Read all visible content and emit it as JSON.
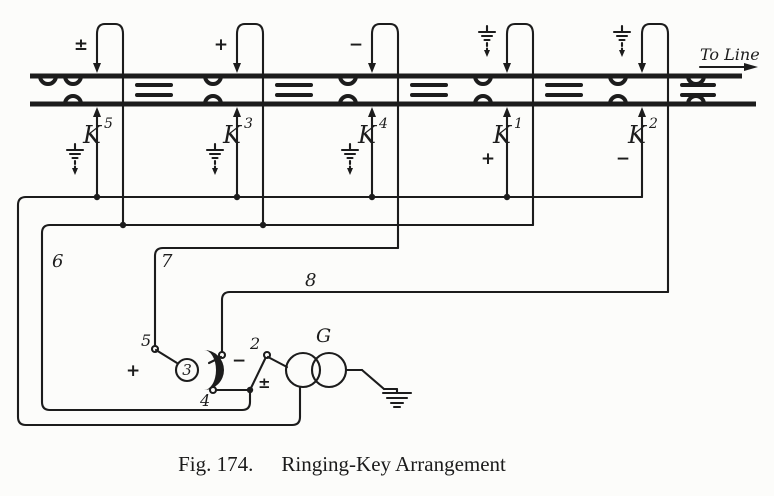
{
  "figure": {
    "caption_prefix": "Fig. 174.",
    "caption_title": "Ringing-Key Arrangement",
    "to_line_label": "To Line",
    "keys": [
      {
        "base": "K",
        "sup": "5",
        "top_symbol": "±",
        "bottom_symbol": "ground"
      },
      {
        "base": "K",
        "sup": "3",
        "top_symbol": "+",
        "bottom_symbol": "ground"
      },
      {
        "base": "K",
        "sup": "4",
        "top_symbol": "−",
        "bottom_symbol": "ground"
      },
      {
        "base": "K",
        "sup": "1",
        "top_symbol": "ground",
        "bottom_symbol": "+"
      },
      {
        "base": "K",
        "sup": "2",
        "top_symbol": "ground",
        "bottom_symbol": "−"
      }
    ],
    "wire_labels": {
      "wire6": "6",
      "wire7": "7",
      "wire8": "8"
    },
    "ringing_set": {
      "plus": "+",
      "minus": "−",
      "plus_minus": "±",
      "contact_5": "5",
      "contact_3": "3",
      "contact_4": "4",
      "contact_2": "2",
      "generator": "G"
    },
    "icons": {
      "ground": "ground-icon",
      "arrow_down": "arrow-down-icon",
      "arrow_up": "arrow-up-icon"
    },
    "colors": {
      "ink": "#1c1c1c",
      "paper": "#fcfcfa"
    }
  }
}
